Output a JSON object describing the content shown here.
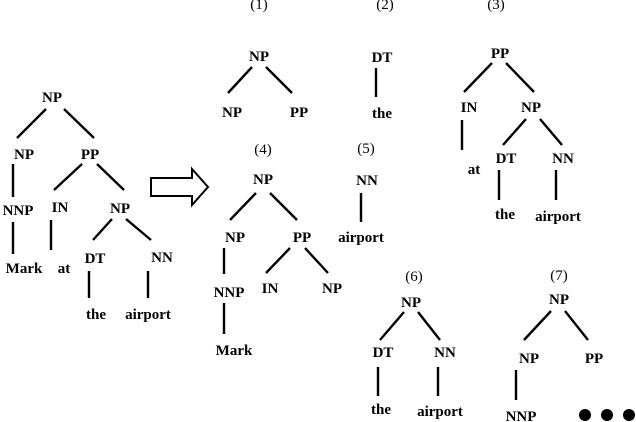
{
  "diagram": {
    "main_tree": {
      "root": "NP",
      "np_left": "NP",
      "pp": "PP",
      "nnp": "NNP",
      "in": "IN",
      "np_inner": "NP",
      "mark": "Mark",
      "at": "at",
      "dt": "DT",
      "nn": "NN",
      "the": "the",
      "airport": "airport"
    },
    "fragments": [
      {
        "label": "(1)",
        "nodes": [
          "NP",
          "NP",
          "PP"
        ]
      },
      {
        "label": "(2)",
        "nodes": [
          "DT",
          "the"
        ]
      },
      {
        "label": "(3)",
        "nodes": [
          "PP",
          "IN",
          "NP",
          "at",
          "DT",
          "NN",
          "the",
          "airport"
        ]
      },
      {
        "label": "(4)",
        "nodes": [
          "NP",
          "NP",
          "PP",
          "NNP",
          "IN",
          "NP",
          "Mark"
        ]
      },
      {
        "label": "(5)",
        "nodes": [
          "NN",
          "airport"
        ]
      },
      {
        "label": "(6)",
        "nodes": [
          "NP",
          "DT",
          "NN",
          "the",
          "airport"
        ]
      },
      {
        "label": "(7)",
        "nodes": [
          "NP",
          "NP",
          "PP",
          "NNP"
        ]
      }
    ]
  }
}
